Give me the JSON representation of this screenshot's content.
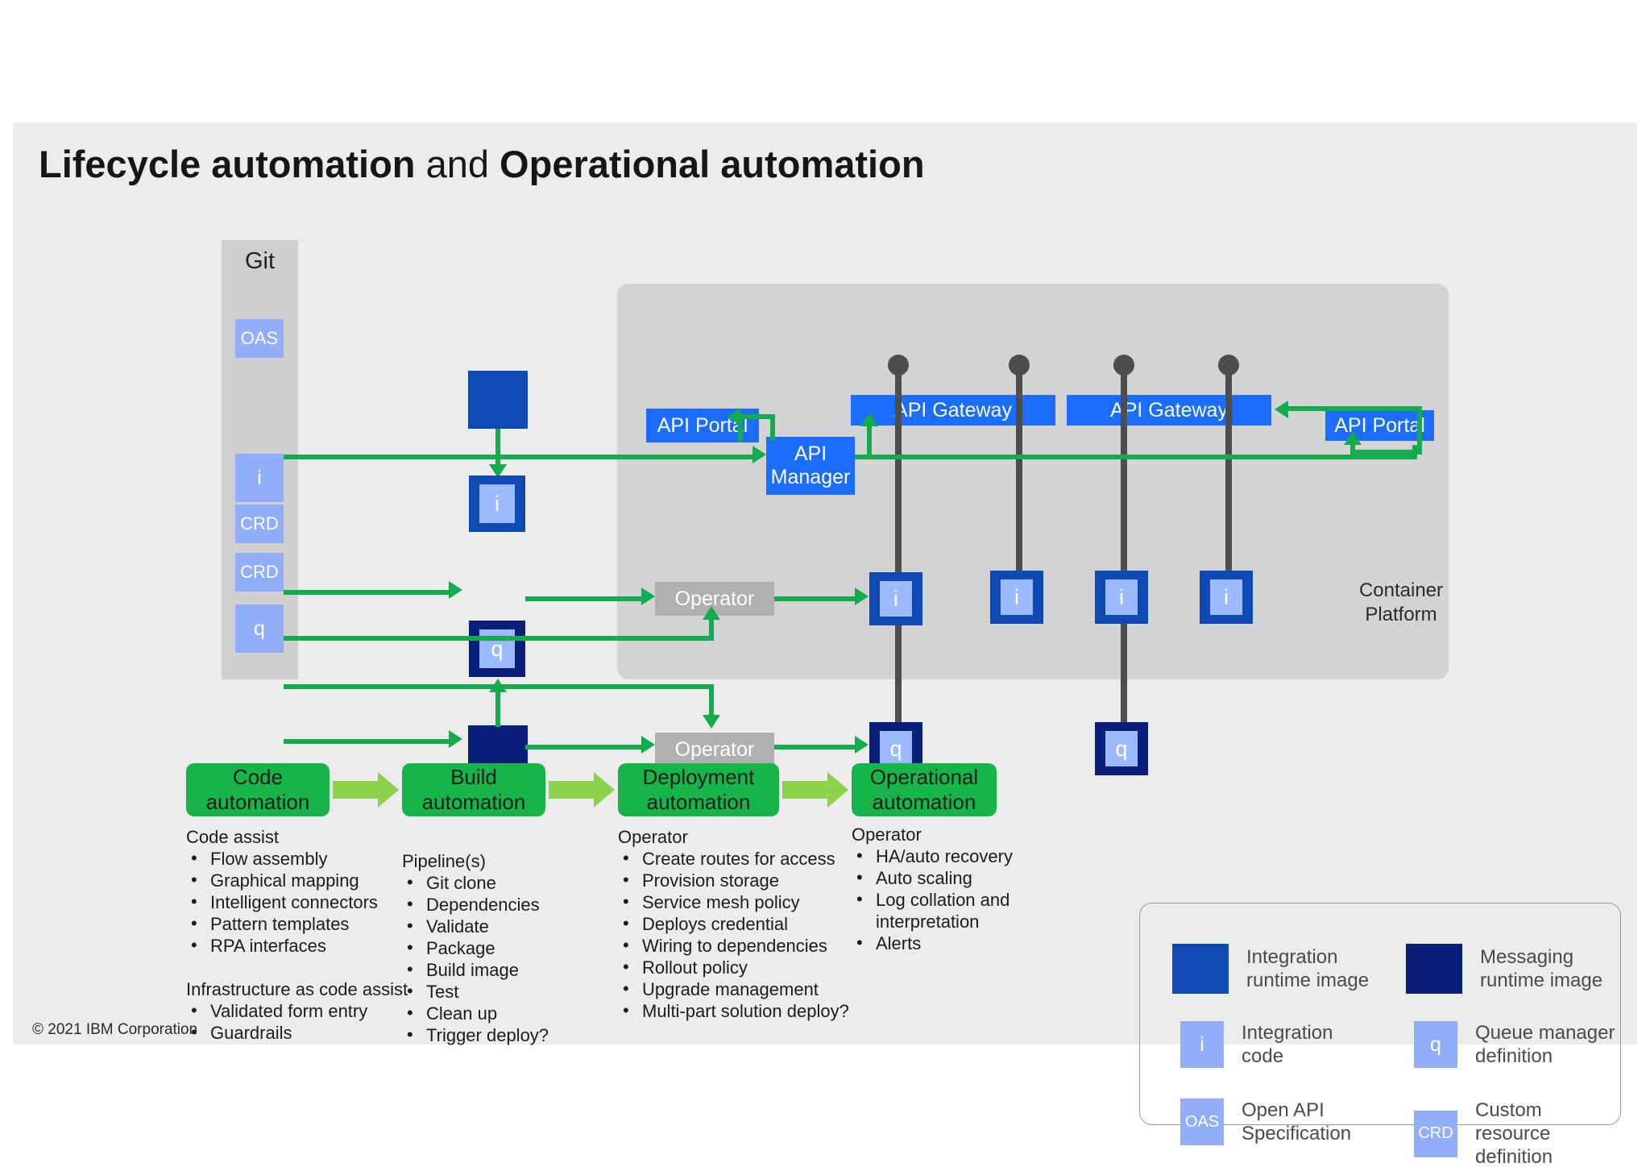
{
  "title": {
    "part1": "Lifecycle automation",
    "conj": "and",
    "part2": "Operational automation"
  },
  "footer": "© 2021 IBM Corporation",
  "diagram": {
    "git_label": "Git",
    "container_platform_label": "Container\nPlatform",
    "container_platform_line1": "Container",
    "container_platform_line2": "Platform",
    "git_artifacts": [
      {
        "label": "OAS"
      },
      {
        "label": "i"
      },
      {
        "label": "CRD"
      },
      {
        "label": "CRD"
      },
      {
        "label": "q"
      }
    ],
    "build_nodes": [
      {
        "label": "i"
      },
      {
        "label": "q"
      }
    ],
    "operators": [
      {
        "label": "Operator"
      },
      {
        "label": "Operator"
      }
    ],
    "api_boxes": [
      {
        "label": "API Portal"
      },
      {
        "label": "API Manager",
        "line1": "API",
        "line2": "Manager"
      },
      {
        "label": "API Gateway"
      },
      {
        "label": "API Gateway"
      },
      {
        "label": "API Portal"
      }
    ],
    "runtime_instances": [
      {
        "label": "i"
      },
      {
        "label": "i"
      },
      {
        "label": "i"
      },
      {
        "label": "i"
      },
      {
        "label": "q"
      },
      {
        "label": "q"
      }
    ]
  },
  "flow": {
    "stages": [
      {
        "label": "Code automation",
        "line1": "Code",
        "line2": "automation"
      },
      {
        "label": "Build automation",
        "line1": "Build",
        "line2": "automation"
      },
      {
        "label": "Deployment automation",
        "line1": "Deployment",
        "line2": "automation"
      },
      {
        "label": "Operational automation",
        "line1": "Operational",
        "line2": "automation"
      }
    ],
    "columns": [
      {
        "groups": [
          {
            "heading": "Code assist",
            "items": [
              "Flow assembly",
              "Graphical mapping",
              "Intelligent connectors",
              "Pattern templates",
              "RPA interfaces"
            ]
          },
          {
            "heading": "Infrastructure as code assist",
            "items": [
              "Validated form entry",
              "Guardrails"
            ]
          }
        ]
      },
      {
        "groups": [
          {
            "heading": "Pipeline(s)",
            "items": [
              "Git clone",
              "Dependencies",
              "Validate",
              "Package",
              "Build image",
              "Test",
              "Clean up",
              "Trigger deploy?"
            ]
          }
        ]
      },
      {
        "groups": [
          {
            "heading": "Operator",
            "items": [
              "Create routes for access",
              "Provision storage",
              "Service mesh policy",
              "Deploys credential",
              "Wiring to dependencies",
              "Rollout policy",
              "Upgrade management",
              "Multi-part solution deploy?"
            ]
          }
        ]
      },
      {
        "groups": [
          {
            "heading": "Operator",
            "items": [
              "HA/auto recovery",
              "Auto scaling",
              "Log collation and interpretation",
              "Alerts"
            ]
          }
        ]
      }
    ]
  },
  "legend": {
    "items": [
      {
        "swatch": "integration-runtime",
        "glyph": "",
        "line1": "Integration",
        "line2": "runtime image"
      },
      {
        "swatch": "messaging-runtime",
        "glyph": "",
        "line1": "Messaging",
        "line2": "runtime image"
      },
      {
        "swatch": "integration-code",
        "glyph": "i",
        "line1": "Integration",
        "line2": "code"
      },
      {
        "swatch": "queue-manager",
        "glyph": "q",
        "line1": "Queue manager",
        "line2": "definition"
      },
      {
        "swatch": "open-api-spec",
        "glyph": "OAS",
        "line1": "Open API",
        "line2": "Specification"
      },
      {
        "swatch": "custom-resource",
        "glyph": "CRD",
        "line1": "Custom resource",
        "line2": "definition"
      }
    ]
  },
  "colors": {
    "integration_runtime": "#0f4ab4",
    "messaging_runtime": "#0a1f7a",
    "artifact_chip": "#91aefa",
    "api_blue": "#1a6dff",
    "flow_green": "#15b54a",
    "arrow_green": "#13ab4e",
    "flow_arrow_green": "#8cd24a",
    "operator_grey": "#b0b0b0",
    "slide_bg": "#ececec",
    "container_platform_bg": "#d3d3d3",
    "git_bg": "#cfcfcf"
  }
}
